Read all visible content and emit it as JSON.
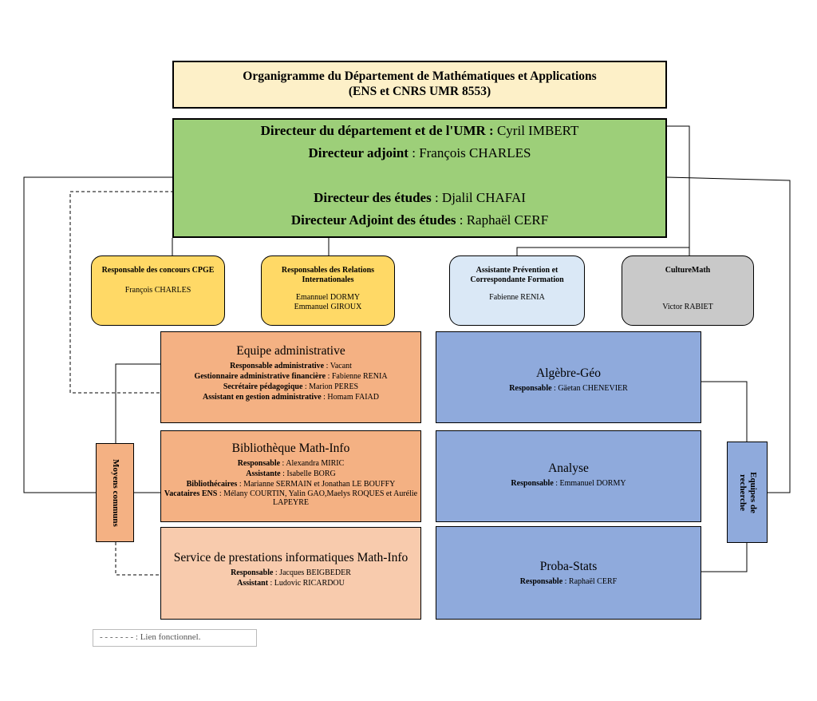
{
  "header": {
    "title_line1": "Organigramme du Département de Mathématiques et Applications",
    "title_line2": "(ENS et CNRS UMR 8553)"
  },
  "direction": {
    "director_role": "Directeur du département et de l'UMR :",
    "director_name": "Cyril IMBERT",
    "deputy_role": "Directeur adjoint",
    "deputy_name": ": François CHARLES",
    "studies_role": "Directeur des études",
    "studies_name": ": Djalil CHAFAI",
    "deputy_studies_role": "Directeur Adjoint des études",
    "deputy_studies_name": ": Raphaël CERF"
  },
  "roles": {
    "concours": {
      "title": "Responsable des concours CPGE",
      "person": "François CHARLES"
    },
    "relations": {
      "title": "Responsables des Relations Internationales",
      "person1": "Emannuel DORMY",
      "person2": "Emmanuel GIROUX"
    },
    "prevention": {
      "title": "Assistante Prévention et Correspondante Formation",
      "person": "Fabienne RENIA"
    },
    "culturemath": {
      "title": "CultureMath",
      "person": "Victor RABIET"
    }
  },
  "admin": {
    "title": "Equipe administrative",
    "rows": [
      {
        "role": "Responsable administrative",
        "value": " : Vacant"
      },
      {
        "role": "Gestionnaire administrative financière",
        "value": " : Fabienne RENIA"
      },
      {
        "role": "Secrétaire pédagogique",
        "value": " : Marion PERES"
      },
      {
        "role": "Assistant en gestion administrative",
        "value": " : Homam FAIAD"
      }
    ]
  },
  "library": {
    "title": "Bibliothèque Math-Info",
    "rows": [
      {
        "role": "Responsable",
        "value": " : Alexandra MIRIC"
      },
      {
        "role": "Assistante",
        "value": " : Isabelle BORG"
      },
      {
        "role": "Bibliothécaires",
        "value": " : Marianne SERMAIN et Jonathan LE BOUFFY"
      },
      {
        "role": "Vacataires ENS",
        "value": " : Mélany COURTIN, Yalin GAO,Maelys ROQUES et Aurélie LAPEYRE"
      }
    ]
  },
  "it": {
    "title": "Service de prestations informatiques Math-Info",
    "rows": [
      {
        "role": "Responsable",
        "value": " : Jacques BEIGBEDER"
      },
      {
        "role": "Assistant",
        "value": " : Ludovic RICARDOU"
      }
    ]
  },
  "teams": [
    {
      "title": "Algèbre-Géo",
      "role": "Responsable",
      "value": " : Gäetan CHENEVIER"
    },
    {
      "title": "Analyse",
      "role": "Responsable",
      "value": " : Emmanuel DORMY"
    },
    {
      "title": "Proba-Stats",
      "role": "Responsable",
      "value": " : Raphaël CERF"
    }
  ],
  "side_labels": {
    "common": "Moyens communs",
    "research_line1": "Equipes de",
    "research_line2": "recherche"
  },
  "legend": {
    "text": "- - - - - - - : Lien fonctionnel."
  },
  "colors": {
    "title_bg": "#fdf0c8",
    "direction_bg": "#9dcf79",
    "role_yellow": "#ffd966",
    "role_blue": "#dae8f6",
    "role_grey": "#c9c9c9",
    "service_orange": "#f4b183",
    "service_light_orange": "#f8cbad",
    "team_blue": "#8faadc"
  }
}
